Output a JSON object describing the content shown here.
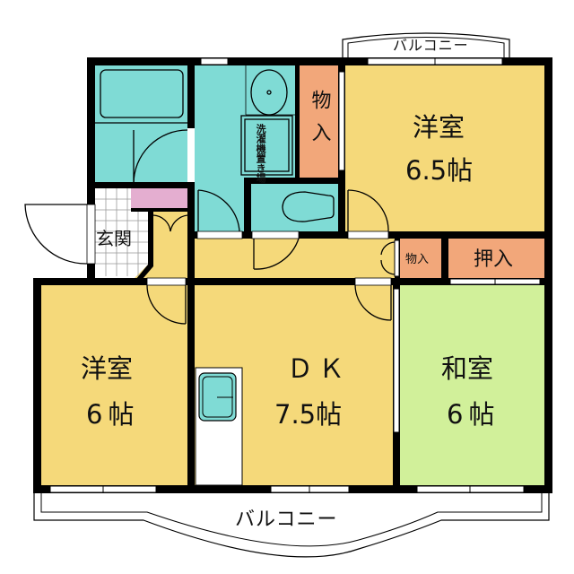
{
  "floor_plan": {
    "type": "apartment-3DK",
    "colors": {
      "wall": "#000000",
      "western_room": "#f5d97a",
      "japanese_room": "#d1f09a",
      "wet_area": "#7fdbd5",
      "storage": "#f2a77a",
      "shoebox": "#e4aed0",
      "entrance_tile": "#ffffff",
      "window": "#ffffff"
    },
    "rooms": {
      "western_room_north": {
        "name": "洋室",
        "size": "6.5帖"
      },
      "western_room_west": {
        "name": "洋室",
        "size": "6帖"
      },
      "dining_kitchen": {
        "name": "ＤＫ",
        "size": "7.5帖"
      },
      "japanese_room": {
        "name": "和室",
        "size": "6帖"
      },
      "entrance": {
        "name": "玄関"
      },
      "storage_north": {
        "name": "物入"
      },
      "storage_small": {
        "name": "物入"
      },
      "closet": {
        "name": "押入"
      },
      "washer_space": {
        "name": "洗濯機置き場"
      }
    },
    "balconies": {
      "north": {
        "label": "バルコニー"
      },
      "south": {
        "label": "バルコニー"
      }
    }
  }
}
